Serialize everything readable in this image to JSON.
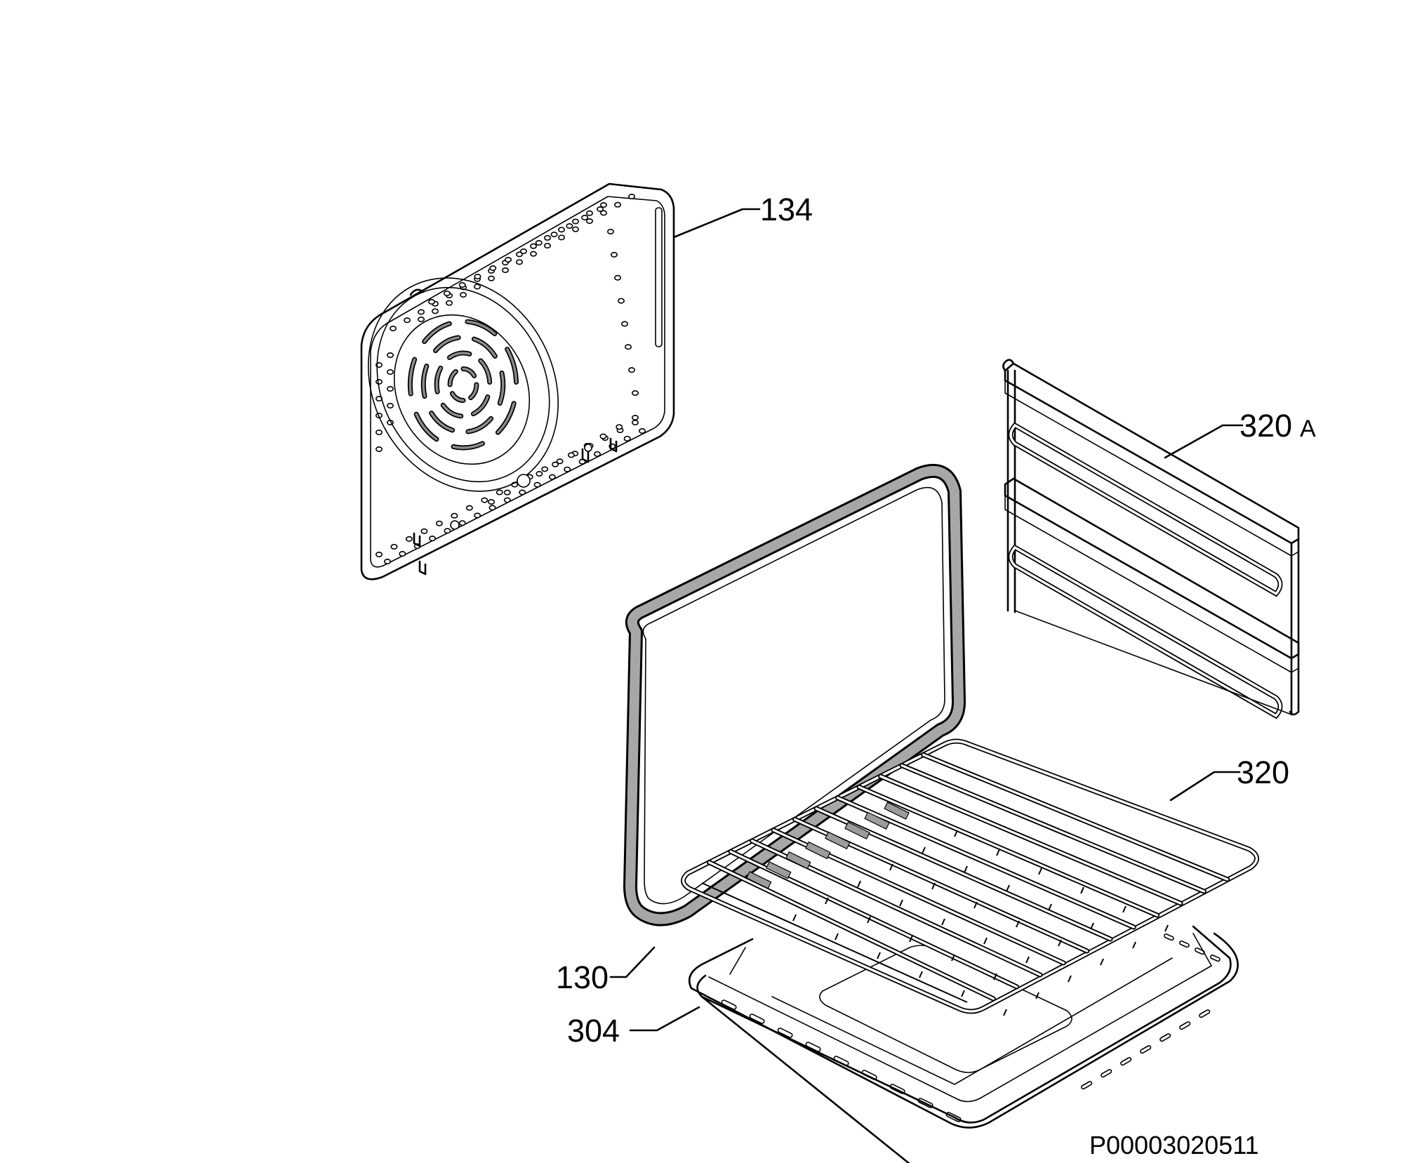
{
  "diagram": {
    "callouts": [
      {
        "id": "134",
        "text": "134"
      },
      {
        "id": "320A",
        "text": "320",
        "suffix": "A"
      },
      {
        "id": "320",
        "text": "320"
      },
      {
        "id": "130",
        "text": "130"
      },
      {
        "id": "304",
        "text": "304"
      }
    ],
    "drawing_code": "P00003020511"
  }
}
